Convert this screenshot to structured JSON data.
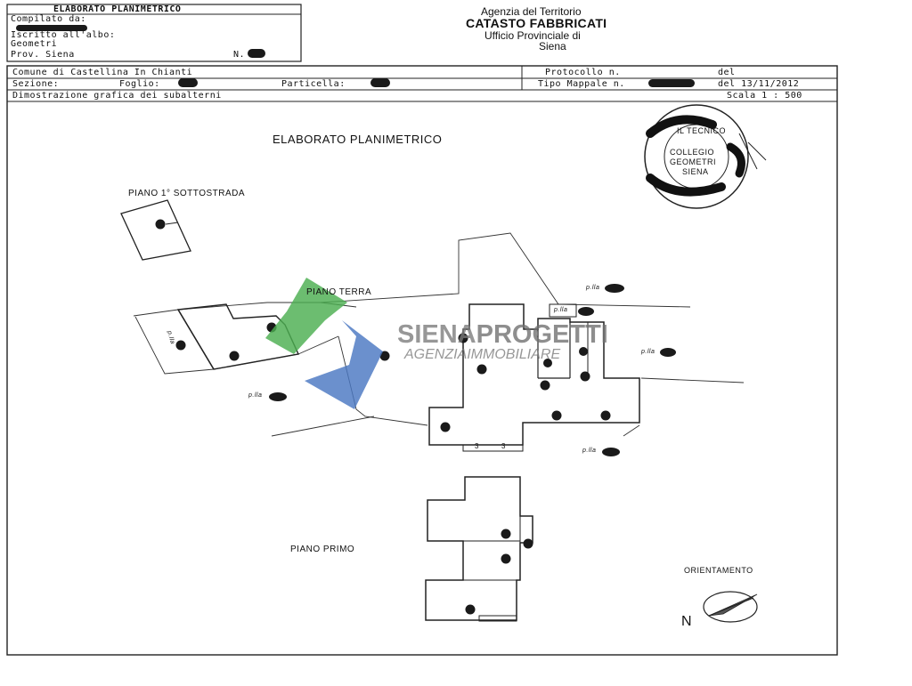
{
  "header_box": {
    "title": "ELABORATO PLANIMETRICO",
    "compilato_label": "Compilato da:",
    "iscritto_label": "Iscritto all'albo:",
    "iscritto_value": "Geometri",
    "prov_label": "Prov. Siena",
    "n_label": "N."
  },
  "agency": {
    "line1": "Agenzia del Territorio",
    "line2": "CATASTO FABBRICATI",
    "line3": "Ufficio Provinciale di",
    "line4": "Siena"
  },
  "info_row": {
    "comune": "Comune di Castellina In Chianti",
    "sezione": "Sezione:",
    "foglio": "Foglio:",
    "particella": "Particella:",
    "protocollo": "Protocollo n.",
    "del": "del",
    "tipo_mappale": "Tipo Mappale n.",
    "del_date": "del 13/11/2012",
    "dimostrazione": "Dimostrazione grafica dei subalterni",
    "scala": "Scala 1 : 500"
  },
  "drawing": {
    "title": "ELABORATO PLANIMETRICO",
    "piano_sottostrada": "PIANO 1° SOTTOSTRADA",
    "piano_terra": "PIANO TERRA",
    "piano_primo": "PIANO PRIMO",
    "orientamento": "ORIENTAMENTO",
    "north": "N",
    "p_lla": "p.lla",
    "stair_label": "3"
  },
  "stamp": {
    "line1": "IL TECNICO",
    "line2": "COLLEGIO",
    "line3": "GEOMETRI",
    "line4": "SIENA"
  },
  "watermark": {
    "brand_part1": "SIENA",
    "brand_part2": "PROGETTI",
    "tagline_part1": "AGENZIA",
    "tagline_part2": "IMMOBILIARE",
    "color_green": "#4caf50",
    "color_blue": "#4a78c2",
    "color_gray": "#7a7a7a"
  }
}
